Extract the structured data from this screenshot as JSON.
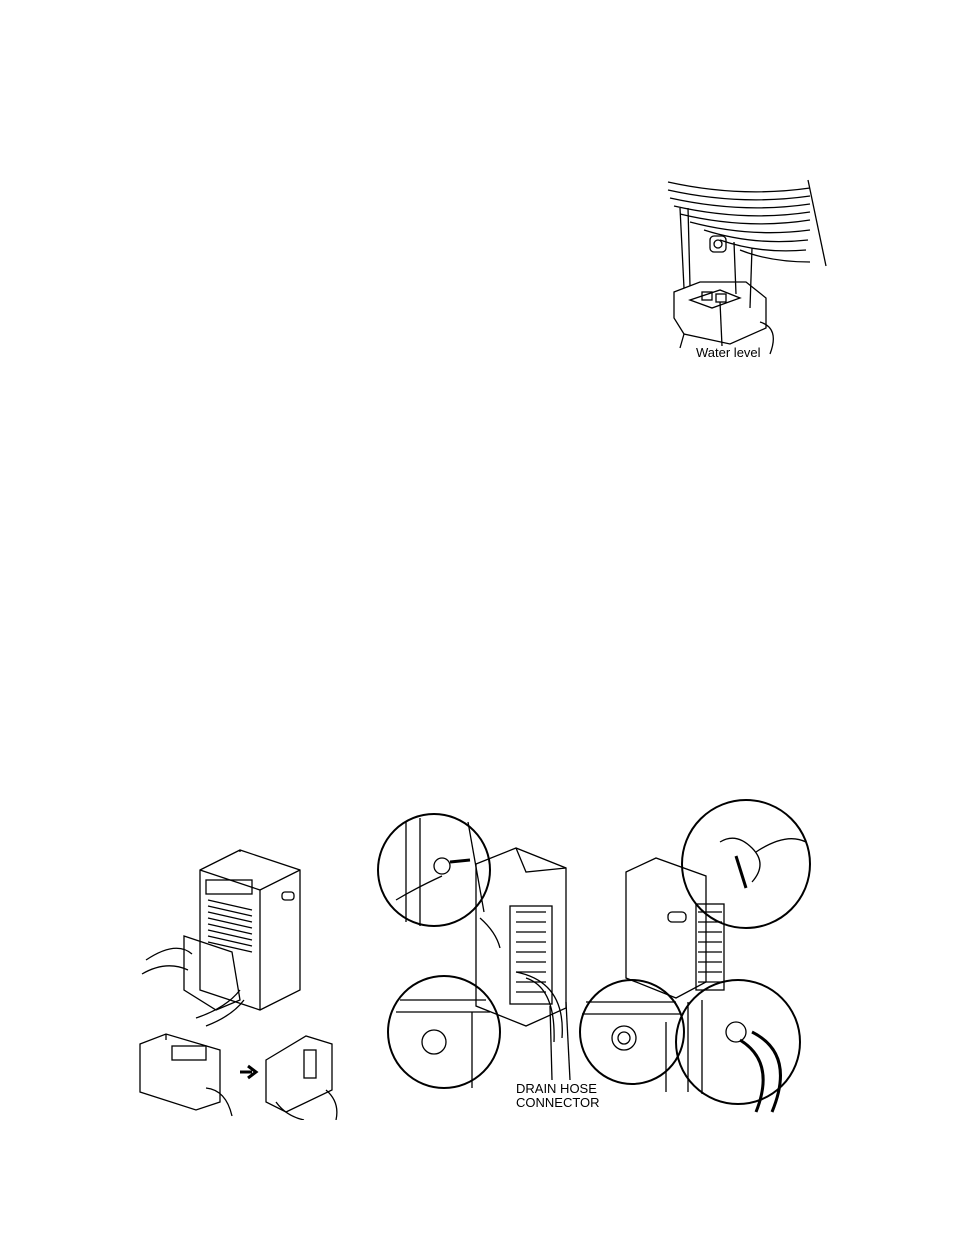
{
  "figures": {
    "water_level": {
      "label": "Water level"
    },
    "drain_hose": {
      "label_line1": "DRAIN HOSE",
      "label_line2": "CONNECTOR"
    }
  }
}
